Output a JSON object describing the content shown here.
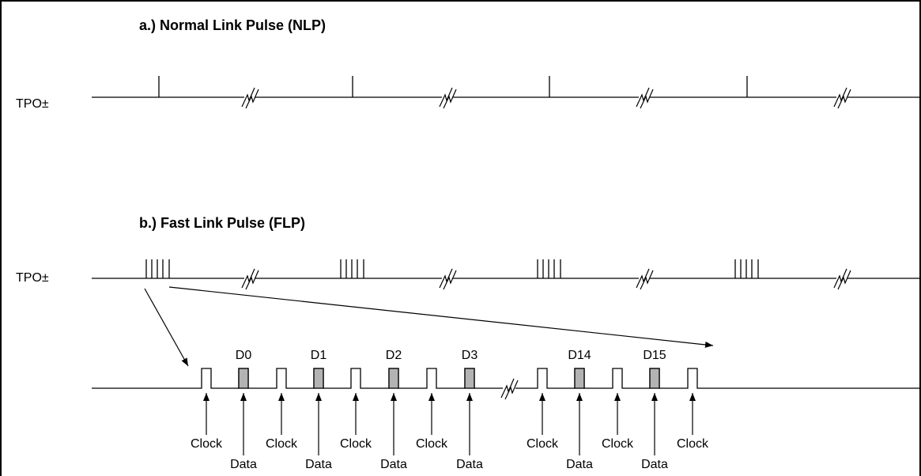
{
  "nlp": {
    "title": "a.) Normal Link Pulse (NLP)",
    "signal": "TPO±"
  },
  "flp": {
    "title": "b.) Fast Link Pulse (FLP)",
    "signal": "TPO±"
  },
  "detail": {
    "bits_left": [
      "D0",
      "D1",
      "D2",
      "D3"
    ],
    "bits_right": [
      "D14",
      "D15"
    ],
    "clock_label": "Clock",
    "data_label": "Data"
  }
}
